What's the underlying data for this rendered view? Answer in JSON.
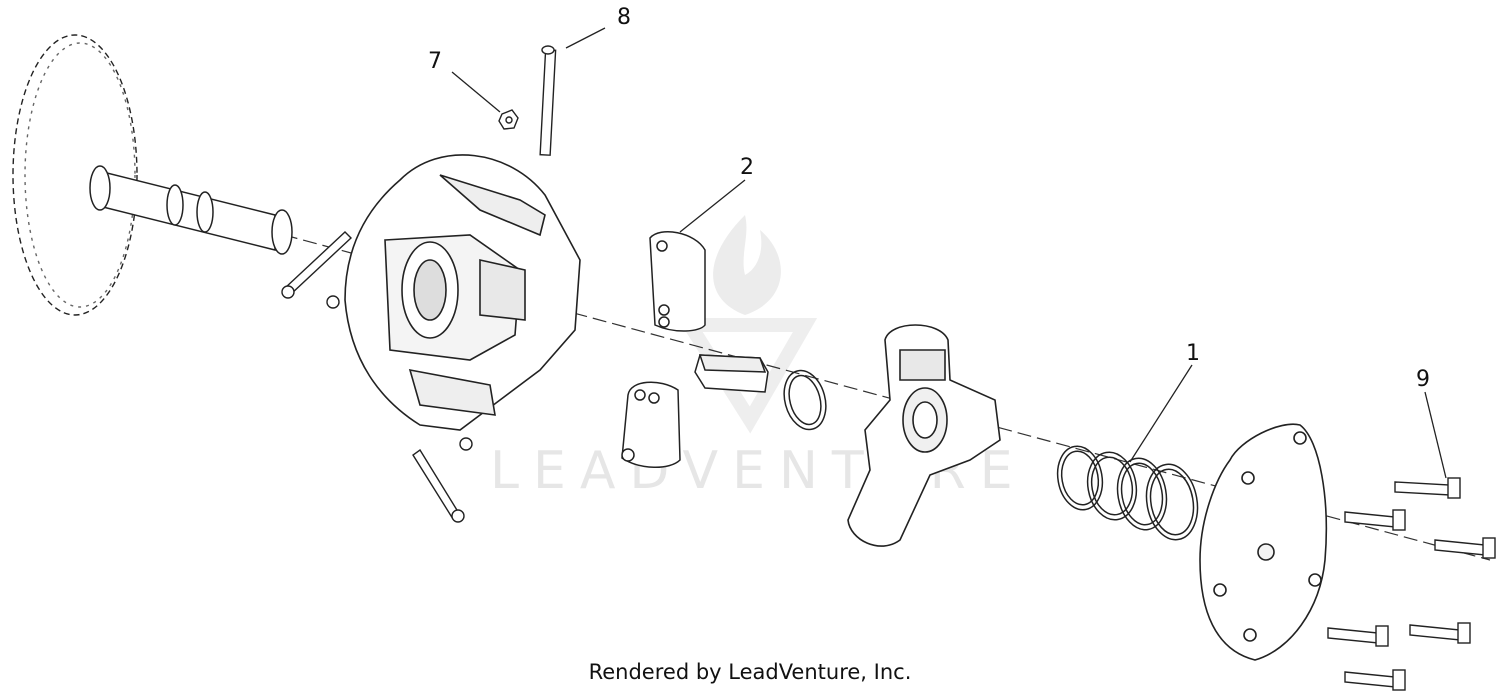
{
  "callouts": [
    {
      "id": "1",
      "label": "1"
    },
    {
      "id": "2",
      "label": "2"
    },
    {
      "id": "7",
      "label": "7"
    },
    {
      "id": "8",
      "label": "8"
    },
    {
      "id": "9",
      "label": "9"
    }
  ],
  "watermark": {
    "text": "LEADVENTURE"
  },
  "footer": {
    "text": "Rendered by LeadVenture, Inc."
  },
  "colors": {
    "line": "#1a1a1a",
    "watermark": "#e6e6e6",
    "background": "#ffffff"
  }
}
